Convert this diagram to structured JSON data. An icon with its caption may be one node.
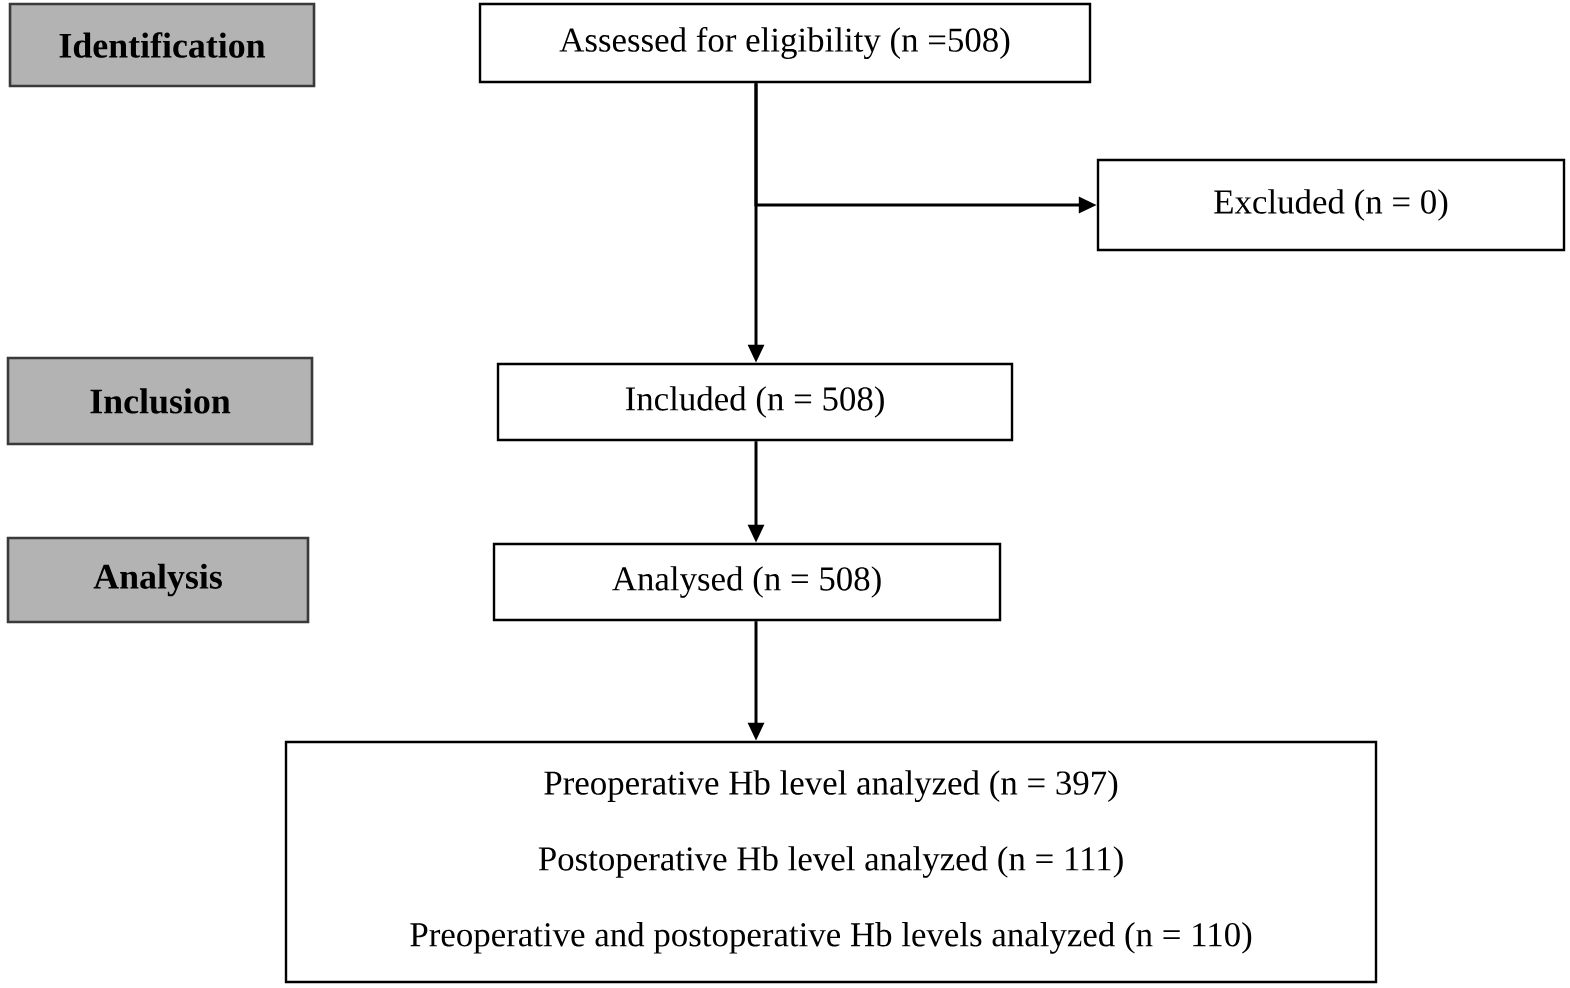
{
  "diagram": {
    "nodes": [
      {
        "text": [
          "Identification"
        ]
      },
      {
        "text": [
          "Assessed for eligibility (n =508)"
        ]
      },
      {
        "text": [
          "Excluded (n = 0)"
        ]
      },
      {
        "text": [
          "Inclusion"
        ]
      },
      {
        "text": [
          "Included (n = 508)"
        ]
      },
      {
        "text": [
          "Analysis"
        ]
      },
      {
        "text": [
          "Analysed (n = 508)"
        ]
      },
      {
        "text": [
          "Preoperative Hb level analyzed (n = 397)",
          "Postoperative Hb level analyzed (n = 111)",
          "Preoperative and postoperative Hb levels analyzed (n = 110)"
        ]
      }
    ],
    "edges": [
      {
        "from": 1,
        "to": 4,
        "arrow": "to"
      },
      {
        "from": 1,
        "to": 2,
        "arrow": "to"
      },
      {
        "from": 4,
        "to": 6,
        "arrow": "to"
      },
      {
        "from": 6,
        "to": 7,
        "arrow": "to"
      }
    ]
  }
}
